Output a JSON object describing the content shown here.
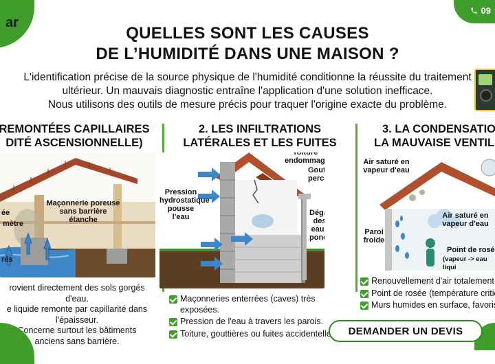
{
  "brand": {
    "logo_text": "ar",
    "phone": "09"
  },
  "title": {
    "line1": "QUELLES SONT LES CAUSES",
    "line2": "DE L’HUMIDITÉ DANS UNE MAISON ?"
  },
  "intro": {
    "line1": "L'identification précise de la source physique de l'humidité conditionne la réussite du traitement",
    "line2": "ultérieur. Un mauvais diagnostic entraîne l'application d'une solution inefficace.",
    "line3": "Nous utilisons des outils de mesure précis pour traquer l'origine exacte du problème."
  },
  "col1": {
    "title1": "REMONTÉES CAPILLAIRES",
    "title2": "DITÉ ASCENSIONNELLE)",
    "labels": {
      "a": "ée",
      "b": "mètre",
      "c": "Maçonnerie poreuse sans barrière étanche",
      "d": "rés"
    },
    "text": [
      "rovient directement des sols gorgés d'eau.",
      "e liquide remonte par capillarité dans",
      "l'épaisseur.",
      "Concerne surtout les bâtiments",
      "anciens sans barrière."
    ]
  },
  "col2": {
    "title1": "2. LES INFILTRATIONS",
    "title2": "LATÉRALES ET LES FUITES",
    "labels": {
      "toiture": "Toiture endommagée",
      "gouttieres": "Gouttières percées",
      "pression": "Pression hydrostatique pousse l'eau",
      "degat": "Dégât des eaux ponctuel"
    },
    "bullets": [
      "Maçonneries enterrées (caves) très exposées.",
      "Pression de l'eau à travers les parois.",
      "Toiture, gouttières ou fuites accidentelles."
    ]
  },
  "col3": {
    "title1": "3. LA CONDENSATIO",
    "title2": "LA MAUVAISE VENTIL",
    "labels": {
      "air1": "Air saturé en vapeur d'eau",
      "air2": "Air saturé en vapeur d'eau",
      "paroi": "Paroi froide",
      "rosee": "Point de rosée",
      "rosee_sub": "(vapeur -> eau liqui"
    },
    "bullets": [
      "Renouvellement d'air totalement in",
      "Point de rosée (température critique",
      "Murs humides en surface, favorise les"
    ]
  },
  "cta": {
    "label": "DEMANDER UN DEVIS"
  },
  "colors": {
    "accent": "#3f9e2b",
    "water": "#3f86c9"
  }
}
